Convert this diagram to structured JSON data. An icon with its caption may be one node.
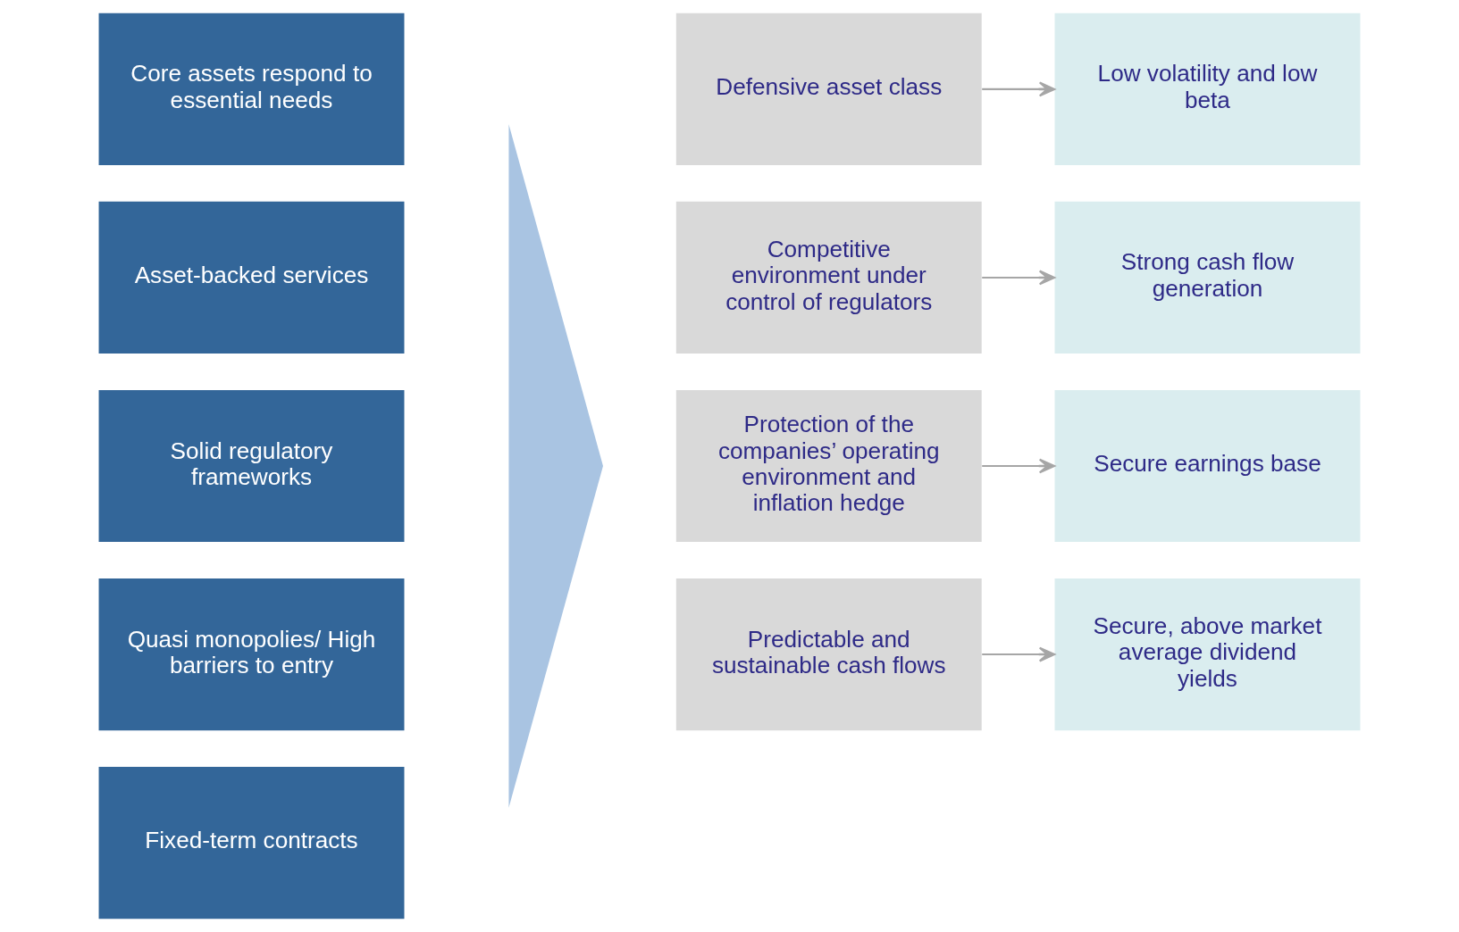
{
  "diagram": {
    "nodes": [
      {
        "text": [
          "Core assets respond to essential needs"
        ]
      },
      {
        "text": [
          "Asset-backed services"
        ]
      },
      {
        "text": [
          "Solid regulatory frameworks"
        ]
      },
      {
        "text": [
          "Quasi monopolies/ High barriers to entry"
        ]
      },
      {
        "text": [
          "Fixed-term contracts"
        ]
      },
      {
        "text": [],
        "shape": "triangle"
      },
      {
        "text": [
          "Defensive asset class"
        ]
      },
      {
        "text": [
          "Low volatility and low beta"
        ]
      },
      {
        "text": [
          "Competitive environment under control of regulators"
        ]
      },
      {
        "text": [
          "Strong cash flow generation"
        ]
      },
      {
        "text": [
          "Protection of the companies’ operating environment and inflation hedge"
        ]
      },
      {
        "text": [
          "Secure earnings base"
        ]
      },
      {
        "text": [
          "Predictable and sustainable cash flows"
        ]
      },
      {
        "text": [
          "Secure, above market average dividend yields"
        ]
      }
    ],
    "edges": [
      {
        "from": 6,
        "to": 7,
        "arrow": "to"
      },
      {
        "from": 8,
        "to": 9,
        "arrow": "to"
      },
      {
        "from": 10,
        "to": 11,
        "arrow": "to"
      },
      {
        "from": 12,
        "to": 13,
        "arrow": "to"
      }
    ]
  }
}
